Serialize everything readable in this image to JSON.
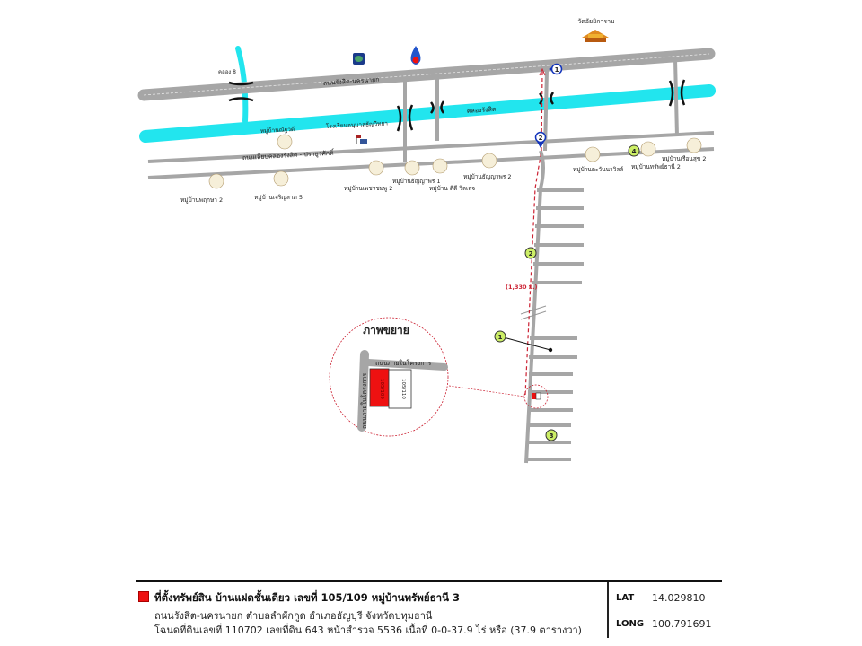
{
  "map": {
    "roads": {
      "main_road": "ถนนรังสิต-นครนายก",
      "frontage_road": "ถนนเลียบคลองรังสิต - ปรายูรศักดิ์",
      "project_road": "ถนนภายในโครงการ"
    },
    "canals": {
      "main_canal": "คลองรังสิต",
      "canal_8": "คลอง 8"
    },
    "landmarks": {
      "temple": "วัดอัยยิการาม",
      "school": "โรงเรียนอนุบาลธัญวิทยา"
    },
    "villages": [
      "หมู่บ้านณัฐวดี",
      "หมู่บ้านพฤกษา 2",
      "หมู่บ้านเจริญลาภ 5",
      "หมู่บ้านเพชรชมพู 2",
      "หมู่บ้านธัญญาพร 1",
      "หมู่บ้าน ดีดี วิลเลจ",
      "หมู่บ้านธัญญาพร 2",
      "หมู่บ้านตะวันนาวิลล์",
      "หมู่บ้านทรัพย์ธานี 2",
      "หมู่บ้านเรือนสุข 2"
    ],
    "distance_label": "(1,330 ม.)",
    "route_markers": [
      "1",
      "2"
    ],
    "point_markers": [
      "1",
      "2",
      "3",
      "4"
    ],
    "inset": {
      "title": "ภาพขยาย",
      "subject_plot": "105/109",
      "neighbor_plot": "105/110"
    },
    "colors": {
      "road": "#a6a6a6",
      "canal": "#22e5ee",
      "subject": "#ee1111",
      "route": "#cc2233",
      "marker_blue": "#1133bb",
      "marker_green": "#ccee66"
    }
  },
  "footer": {
    "title": "ที่ตั้งทรัพย์สิน บ้านแฝดชั้นเดียว เลขที่ 105/109 หมู่บ้านทรัพย์ธานี 3",
    "address": "ถนนรังสิต-นครนายก ตำบลลำผักกูด อำเภอธัญบุรี จังหวัดปทุมธานี",
    "deed": "โฉนดที่ดินเลขที่ 110702 เลขที่ดิน 643 หน้าสำรวจ 5536 เนื้อที่ 0-0-37.9 ไร่ หรือ (37.9 ตารางวา)",
    "lat_label": "LAT",
    "lat_value": "14.029810",
    "long_label": "LONG",
    "long_value": "100.791691"
  }
}
